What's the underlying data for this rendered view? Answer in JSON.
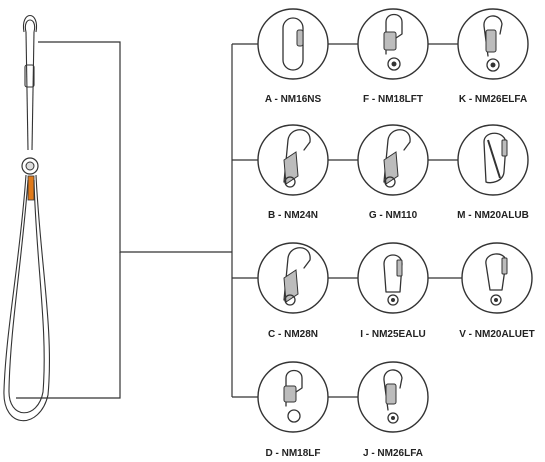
{
  "connectors": [
    {
      "label": "A - NM16NS",
      "icon": "oval-screwgate-carabiner-icon"
    },
    {
      "label": "F - NM18LFT",
      "icon": "swivel-snap-hook-icon"
    },
    {
      "label": "K - NM26ELFA",
      "icon": "swivel-auto-lock-hook-icon"
    },
    {
      "label": "B - NM24N",
      "icon": "large-scaffold-hook-icon"
    },
    {
      "label": "G - NM110",
      "icon": "large-scaffold-hook-icon"
    },
    {
      "label": "M - NM20ALUB",
      "icon": "d-shape-carabiner-icon"
    },
    {
      "label": "C - NM28N",
      "icon": "large-scaffold-hook-icon"
    },
    {
      "label": "I - NM25EALU",
      "icon": "swivel-carabiner-icon"
    },
    {
      "label": "V - NM20ALUET",
      "icon": "swivel-carabiner-icon"
    },
    {
      "label": "D - NM18LF",
      "icon": "snap-hook-icon"
    },
    {
      "label": "J - NM26LFA",
      "icon": "swivel-auto-lock-hook-icon"
    }
  ],
  "colors": {
    "line": "#333333",
    "accent": "#e07a1a",
    "metal": "#bcbcbc"
  }
}
